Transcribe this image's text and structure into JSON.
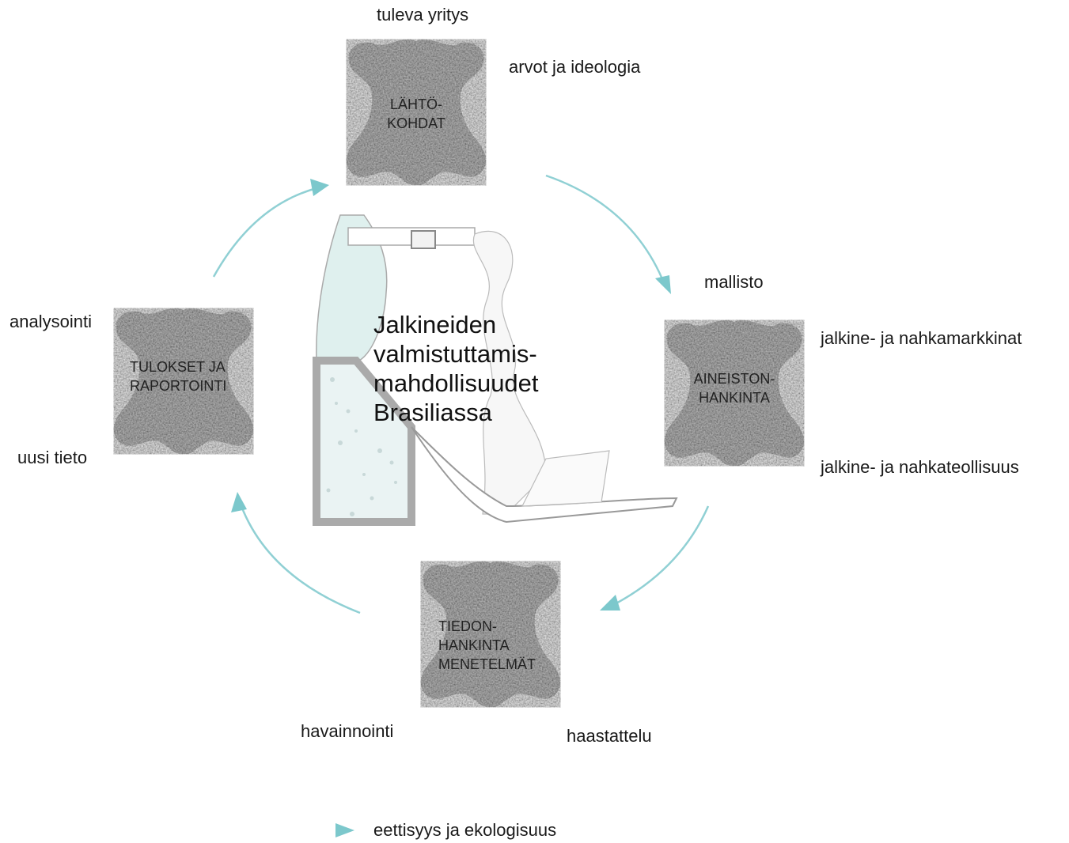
{
  "center_title": [
    "Jalkineiden",
    "valmistuttamis-",
    "mahdollisuudet",
    "Brasiliassa"
  ],
  "stages": [
    {
      "key": "lahtokohdat",
      "lines": [
        "LÄHTÖ-",
        "KOHDAT"
      ]
    },
    {
      "key": "aineistonhankinta",
      "lines": [
        "AINEISTON-",
        "HANKINTA"
      ]
    },
    {
      "key": "tiedonhankinta",
      "lines": [
        "TIEDON-",
        "HANKINTA",
        "MENETELMÄT"
      ]
    },
    {
      "key": "tulokset",
      "lines": [
        "TULOKSET JA",
        "RAPORTOINTI"
      ]
    }
  ],
  "labels": {
    "tuleva_yritys": "tuleva yritys",
    "arvot": "arvot ja ideologia",
    "mallisto": "mallisto",
    "markkinat": "jalkine- ja nahkamarkkinat",
    "teollisuus": "jalkine- ja nahkateollisuus",
    "havainnointi": "havainnointi",
    "haastattelu": "haastattelu",
    "analysointi": "analysointi",
    "uusi_tieto": "uusi tieto"
  },
  "legend": {
    "label": "eettisyys ja ekologisuus"
  },
  "colors": {
    "arrow": "#7cc8cc",
    "hide": "#c9c9c9",
    "shoe_accent": "#dff0ee"
  }
}
